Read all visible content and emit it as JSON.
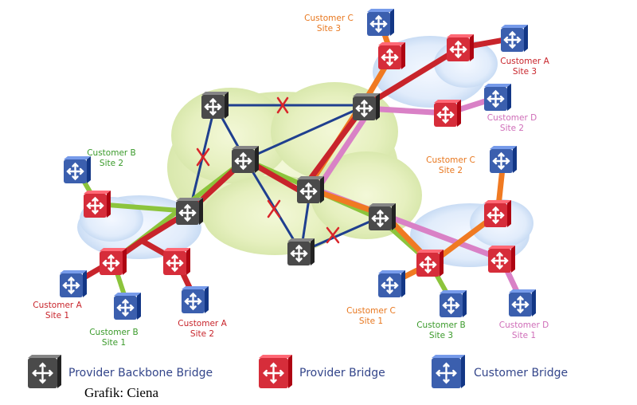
{
  "colors": {
    "backbone_link": "#1f3f8f",
    "customer_a": "#c8242b",
    "customer_b": "#8cc43c",
    "customer_c": "#f07a22",
    "customer_d": "#d981c6",
    "label_a": "#c8242b",
    "label_b": "#3a9a2a",
    "label_c": "#e8771e",
    "label_d": "#cf6db8",
    "failure_mark": "#d9252a",
    "backbone_bridge": "#4a4a4a",
    "provider_bridge": "#d62d3a",
    "customer_bridge": "#3b5fae"
  },
  "site_labels": {
    "c3": [
      "Customer C",
      "Site 3"
    ],
    "a3": [
      "Customer A",
      "Site 3"
    ],
    "d2": [
      "Customer D",
      "Site 2"
    ],
    "b2": [
      "Customer B",
      "Site 2"
    ],
    "c2": [
      "Customer C",
      "Site 2"
    ],
    "a1": [
      "Customer A",
      "Site 1"
    ],
    "b1": [
      "Customer B",
      "Site 1"
    ],
    "a2": [
      "Customer A",
      "Site 2"
    ],
    "c1": [
      "Customer C",
      "Site 1"
    ],
    "b3": [
      "Customer B",
      "Site 3"
    ],
    "d1": [
      "Customer D",
      "Site 1"
    ]
  },
  "legend": {
    "backbone": "Provider Backbone Bridge",
    "provider": "Provider Bridge",
    "customer": "Customer Bridge"
  },
  "credit": "Grafik: Ciena"
}
